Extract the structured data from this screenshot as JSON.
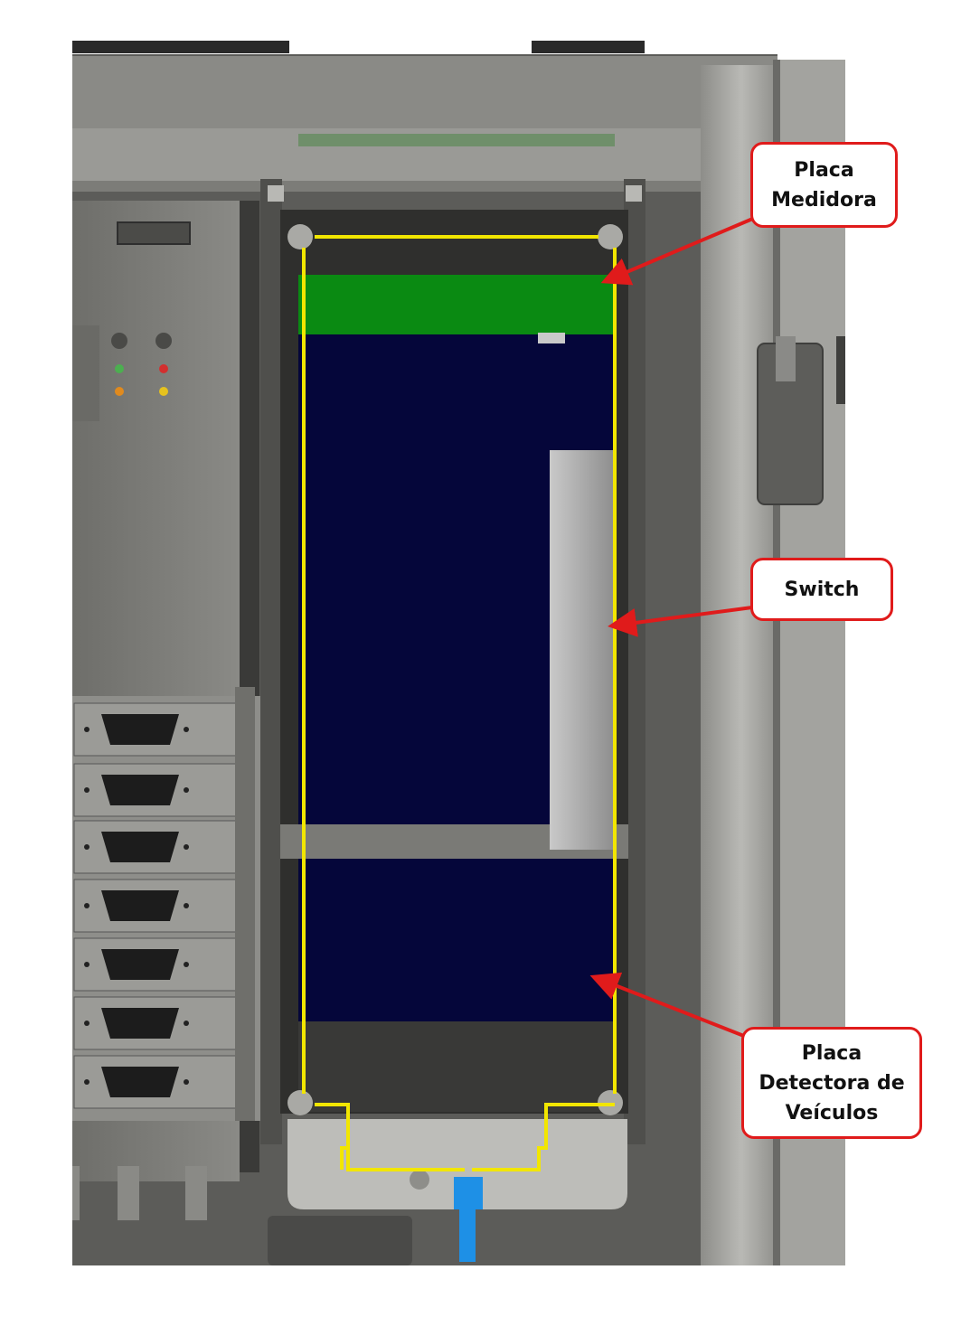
{
  "colors": {
    "callout_border": "#e01b1b",
    "arrow": "#e01b1b",
    "outline": "#f2e600",
    "placa_medidora": "#0a8a12",
    "rack_interior": "#05063a",
    "switch_body": "#a8a8a8",
    "cable": "#1e90e6",
    "cabinet": "#7a7a76"
  },
  "labels": {
    "placa_medidora": [
      "Placa",
      "Medidora"
    ],
    "switch": [
      "Switch"
    ],
    "placa_detectora": [
      "Placa",
      "Detectora de",
      "Veículos"
    ]
  },
  "icons": [
    "db9-connector-icon",
    "led-indicator-icon",
    "network-cable-icon"
  ]
}
